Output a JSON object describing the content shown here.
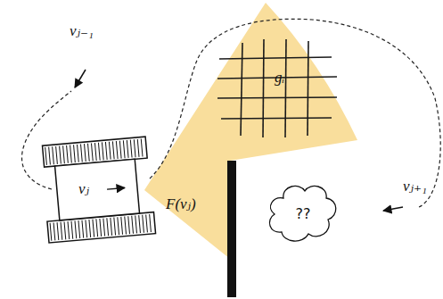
{
  "diagram": {
    "nodes": [
      {
        "text": [
          "vⱼ"
        ]
      },
      {
        "text": [
          "??"
        ]
      }
    ],
    "labels": [
      "vⱼ₋₁",
      "vⱼ₊₁",
      "F(vⱼ)",
      "gᵢ"
    ]
  }
}
